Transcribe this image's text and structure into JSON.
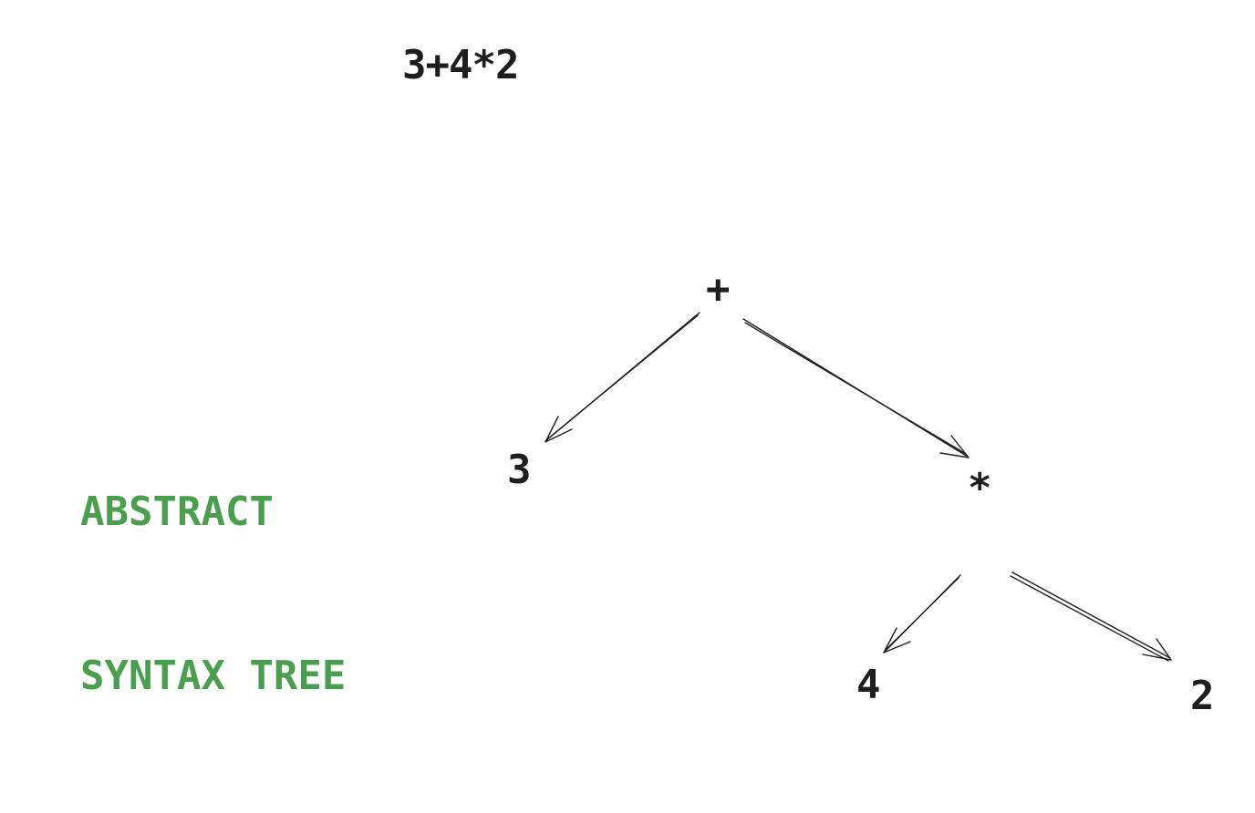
{
  "expression": "3+4*2",
  "heading": {
    "line1": "ABSTRACT",
    "line2": "SYNTAX TREE",
    "color": "#4a9f4f"
  },
  "tree": {
    "root": {
      "label": "+"
    },
    "left": {
      "label": "3"
    },
    "right": {
      "label": "*"
    },
    "right_left": {
      "label": "4"
    },
    "right_right": {
      "label": "2"
    }
  },
  "edges": [
    {
      "from": "+",
      "to": "3"
    },
    {
      "from": "+",
      "to": "*"
    },
    {
      "from": "*",
      "to": "4"
    },
    {
      "from": "*",
      "to": "2"
    }
  ],
  "colors": {
    "ink": "#1e1e1e",
    "background": "#ffffff"
  }
}
